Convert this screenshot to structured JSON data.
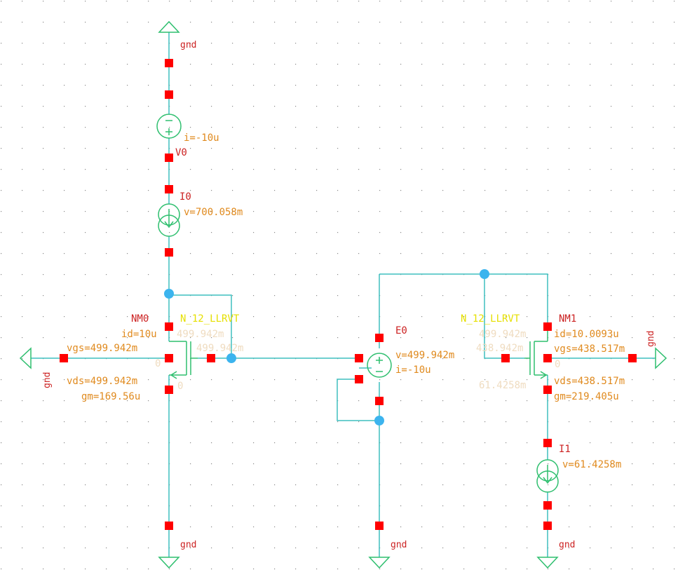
{
  "colors": {
    "wire": "#3fbfbf",
    "symbol": "#2fbf6f",
    "pin": "#ff0000",
    "node_dot": "#3cb4ee",
    "instance_label": "#cc2222",
    "parameter_label": "#e08a1e",
    "model_label": "#e6e000",
    "faded_label": "#efdcc0",
    "grid_dot": "#8a8a8a"
  },
  "labels": {
    "gnd_top": "gnd",
    "v0_name": "V0",
    "v0_current": "i=-10u",
    "i0_name": "I0",
    "i0_voltage": "v=700.058m",
    "nm0_name": "NM0",
    "nm0_model": "N_12_LLRVT",
    "nm0_id": "id=10u",
    "nm0_vgs": "vgs=499.942m",
    "nm0_vds": "vds=499.942m",
    "nm0_gm": "gm=169.56u",
    "nm0_ghost_d": "499.942m",
    "nm0_ghost_g": "499.942m",
    "nm0_ghost_s": "0",
    "nm0_ghost_b": "0",
    "gnd_left": "gnd",
    "e0_name": "E0",
    "e0_voltage": "v=499.942m",
    "e0_current": "i=-10u",
    "nm1_name": "NM1",
    "nm1_model": "N_12_LLRVT",
    "nm1_id": "id=10.0093u",
    "nm1_vgs": "vgs=438.517m",
    "nm1_vds": "vds=438.517m",
    "nm1_gm": "gm=219.405u",
    "nm1_ghost_d": "499.942m",
    "nm1_ghost_g": "438.942m",
    "nm1_ghost_s": "61.4258m",
    "nm1_ghost_b": "0",
    "gnd_right": "gnd",
    "i1_name": "I1",
    "i1_voltage": "v=61.4258m",
    "gnd_bottom_1": "gnd",
    "gnd_bottom_2": "gnd",
    "gnd_bottom_3": "gnd"
  }
}
